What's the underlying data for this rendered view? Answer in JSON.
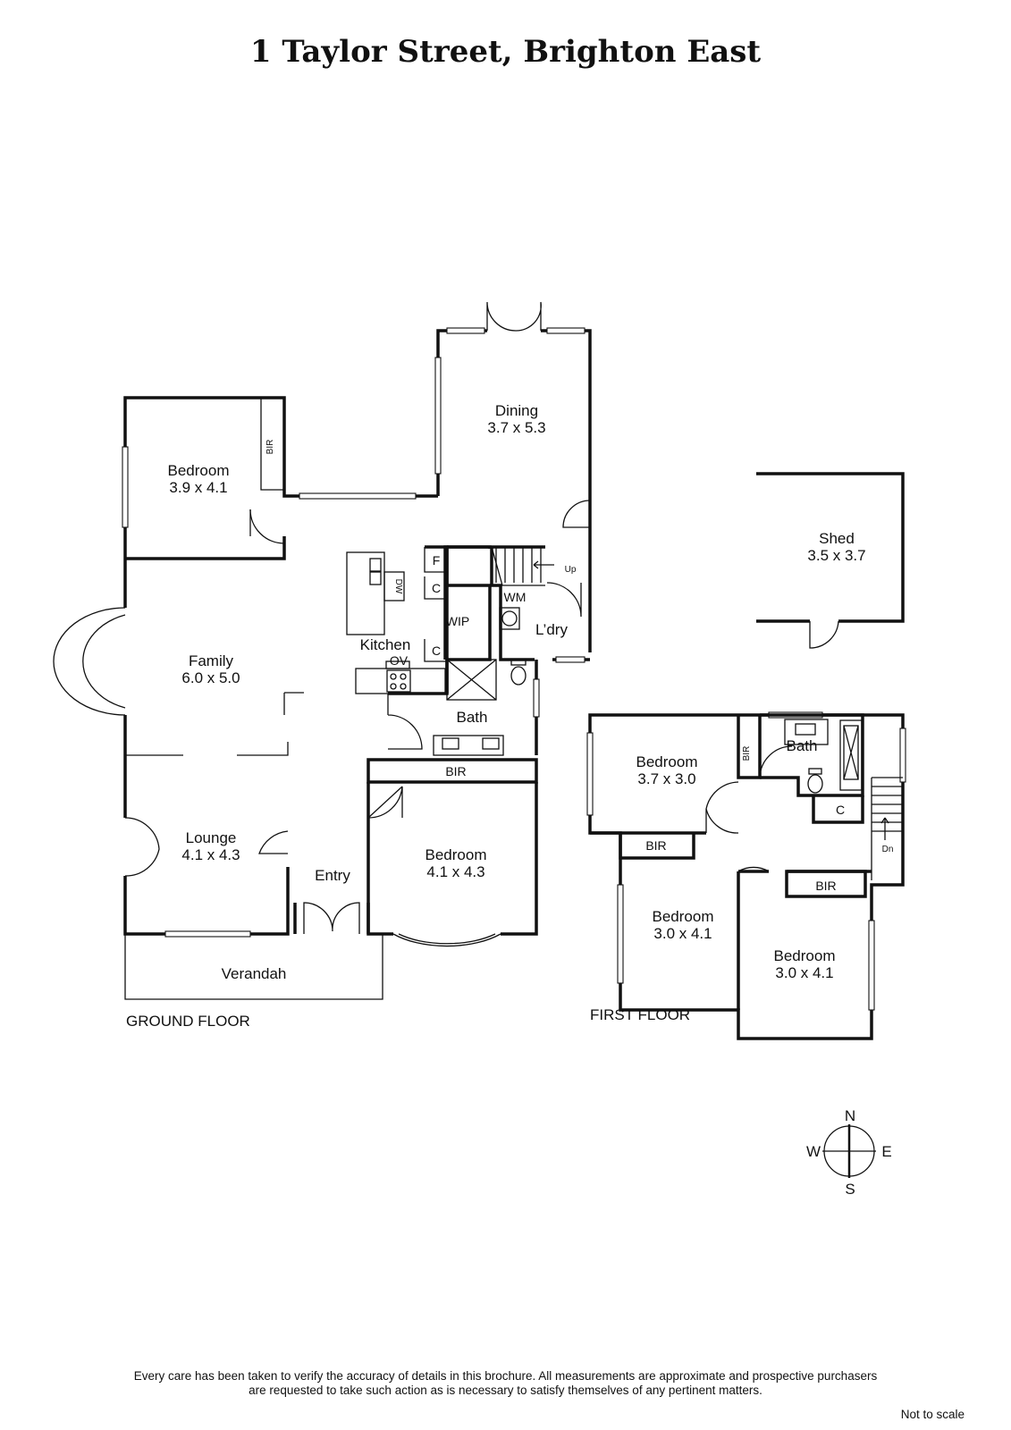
{
  "title": "1 Taylor Street, Brighton East",
  "rooms": {
    "dining": {
      "name": "Dining",
      "size": "3.7 x 5.3"
    },
    "bedroom_nw": {
      "name": "Bedroom",
      "size": "3.9 x 4.1"
    },
    "family": {
      "name": "Family",
      "size": "6.0 x 5.0"
    },
    "kitchen": {
      "name": "Kitchen"
    },
    "lounge": {
      "name": "Lounge",
      "size": "4.1 x 4.3"
    },
    "entry": {
      "name": "Entry"
    },
    "bedroom_gf": {
      "name": "Bedroom",
      "size": "4.1 x 4.3"
    },
    "bath_gf": {
      "name": "Bath"
    },
    "laundry": {
      "name": "L’dry"
    },
    "verandah": {
      "name": "Verandah"
    },
    "shed": {
      "name": "Shed",
      "size": "3.5 x 3.7"
    },
    "bedroom_ff1": {
      "name": "Bedroom",
      "size": "3.7 x 3.0"
    },
    "bath_ff": {
      "name": "Bath"
    },
    "bedroom_ff2": {
      "name": "Bedroom",
      "size": "3.0 x 4.1"
    },
    "bedroom_ff3": {
      "name": "Bedroom",
      "size": "3.0 x 4.1"
    }
  },
  "fixtures": {
    "bir": "BIR",
    "wip": "WIP",
    "wm": "WM",
    "fridge": "F",
    "cupboard": "C",
    "dishwasher": "DW",
    "oven": "OV",
    "up": "Up",
    "down": "Dn"
  },
  "floors": {
    "ground": "GROUND FLOOR",
    "first": "FIRST FLOOR"
  },
  "compass": {
    "n": "N",
    "s": "S",
    "e": "E",
    "w": "W"
  },
  "disclaimer": {
    "line1": "Every care has been taken to verify the accuracy of details in this brochure.  All measurements are approximate and prospective purchasers",
    "line2": "are requested to take such action as is necessary to satisfy themselves of any pertinent matters."
  },
  "scale_note": "Not to scale"
}
